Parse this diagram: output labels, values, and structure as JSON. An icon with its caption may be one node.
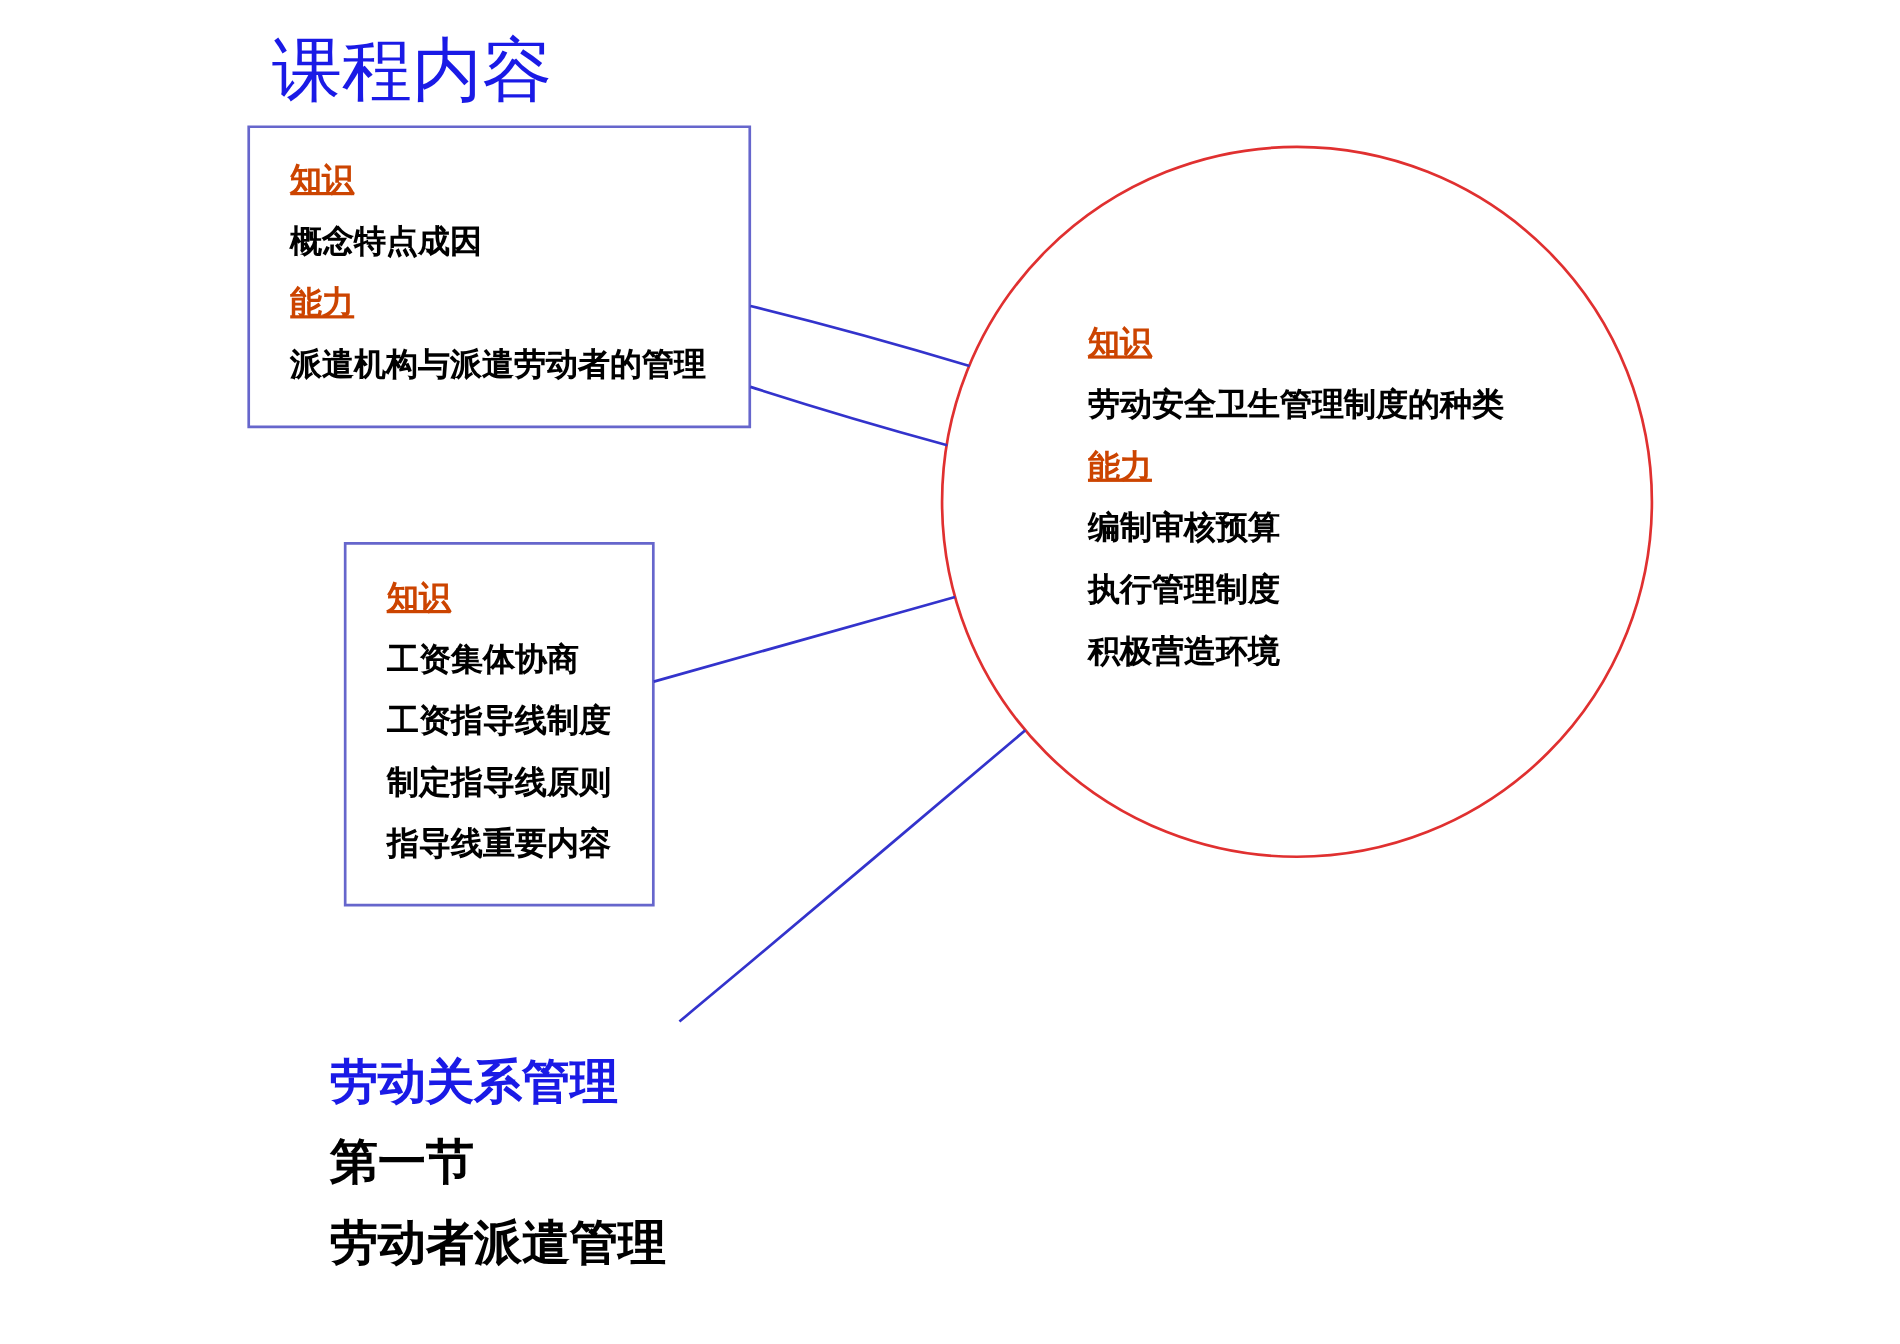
{
  "diagram": {
    "title": "课程内容",
    "nodes": [
      {
        "text": [
          "知识",
          "劳动安全卫生管理制度的种类",
          "能力",
          "编制审核预算",
          "执行管理制度",
          "积极营造环境"
        ]
      },
      {
        "text": [
          "知识",
          "概念特点成因",
          "能力",
          "派遣机构与派遣劳动者的管理"
        ]
      },
      {
        "text": [
          "知识",
          "工资集体协商",
          "工资指导线制度",
          "制定指导线原则",
          "指导线重要内容"
        ]
      },
      {
        "text": [
          "劳动关系管理",
          "第一节",
          "劳动者派遣管理"
        ]
      }
    ],
    "edges": [
      {
        "from": 1,
        "to": 0,
        "arrow": "none"
      },
      {
        "from": 1,
        "to": 0,
        "arrow": "none"
      },
      {
        "from": 2,
        "to": 0,
        "arrow": "none"
      },
      {
        "from": 3,
        "to": 0,
        "arrow": "none"
      }
    ]
  }
}
